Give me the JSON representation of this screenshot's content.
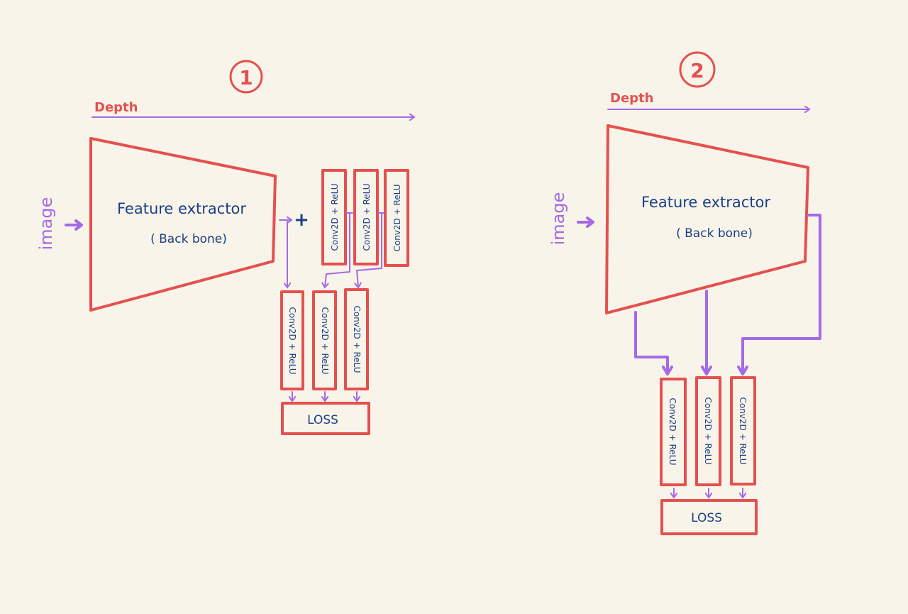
{
  "colors": {
    "background": "#f8f4e9",
    "box_stroke": "#e5504f",
    "arrow": "#a46ae6",
    "text": "#1b3f86"
  },
  "diagram1": {
    "number": "1",
    "depth_label": "Depth",
    "input_label": "image",
    "backbone_title": "Feature extractor",
    "backbone_subtitle": "( Back bone)",
    "plus": "+",
    "top_blocks": [
      "Conv2D + ReLU",
      "Conv2D + ReLU",
      "Conv2D + ReLU"
    ],
    "bottom_blocks": [
      "Conv2D + ReLU",
      "Conv2D + ReLU",
      "Conv2D + ReLU"
    ],
    "loss_label": "LOSS"
  },
  "diagram2": {
    "number": "2",
    "depth_label": "Depth",
    "input_label": "image",
    "backbone_title": "Feature extractor",
    "backbone_subtitle": "( Back bone)",
    "blocks": [
      "Conv2D + ReLU",
      "Conv2D + ReLU",
      "Conv2D + ReLU"
    ],
    "loss_label": "LOSS"
  }
}
